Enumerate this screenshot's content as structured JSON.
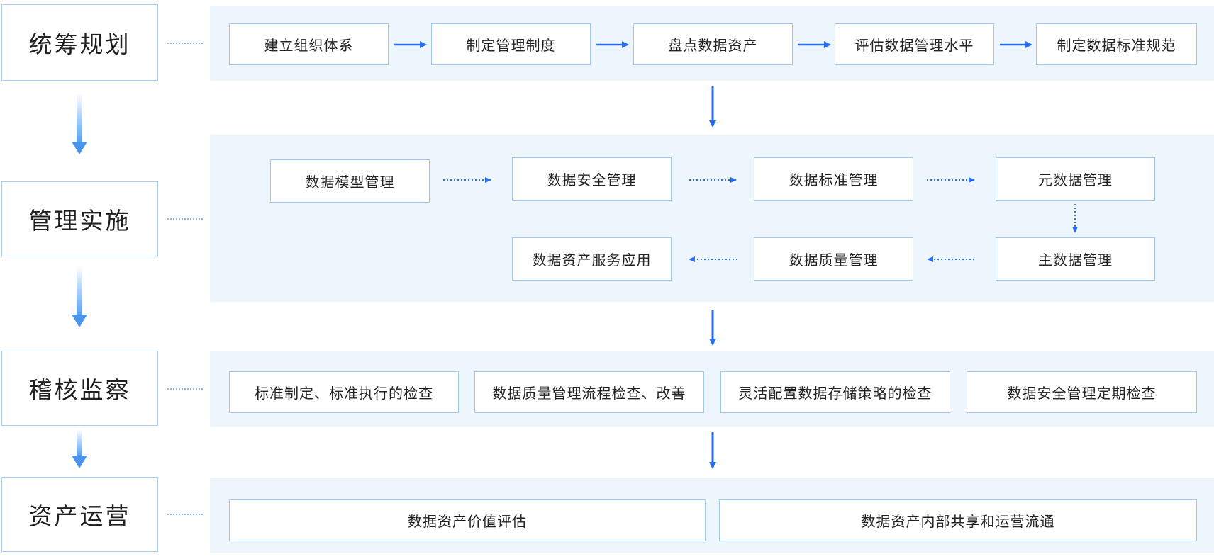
{
  "stages": [
    {
      "label": "统筹规划"
    },
    {
      "label": "管理实施"
    },
    {
      "label": "稽核监察"
    },
    {
      "label": "资产运营"
    }
  ],
  "planning": {
    "steps": [
      "建立组织体系",
      "制定管理制度",
      "盘点数据资产",
      "评估数据管理水平",
      "制定数据标准规范"
    ]
  },
  "implementation": {
    "row1": [
      "数据模型管理",
      "数据安全管理",
      "数据标准管理",
      "元数据管理"
    ],
    "row2": [
      "数据资产服务应用",
      "数据质量管理",
      "主数据管理"
    ]
  },
  "audit": {
    "items": [
      "标准制定、标准执行的检查",
      "数据质量管理流程检查、改善",
      "灵活配置数据存储策略的检查",
      "数据安全管理定期检查"
    ]
  },
  "operation": {
    "items": [
      "数据资产价值评估",
      "数据资产内部共享和运营流通"
    ]
  },
  "colors": {
    "accent": "#2a6ff0",
    "band": "#eef6fd",
    "border": "#9ec6ee"
  }
}
